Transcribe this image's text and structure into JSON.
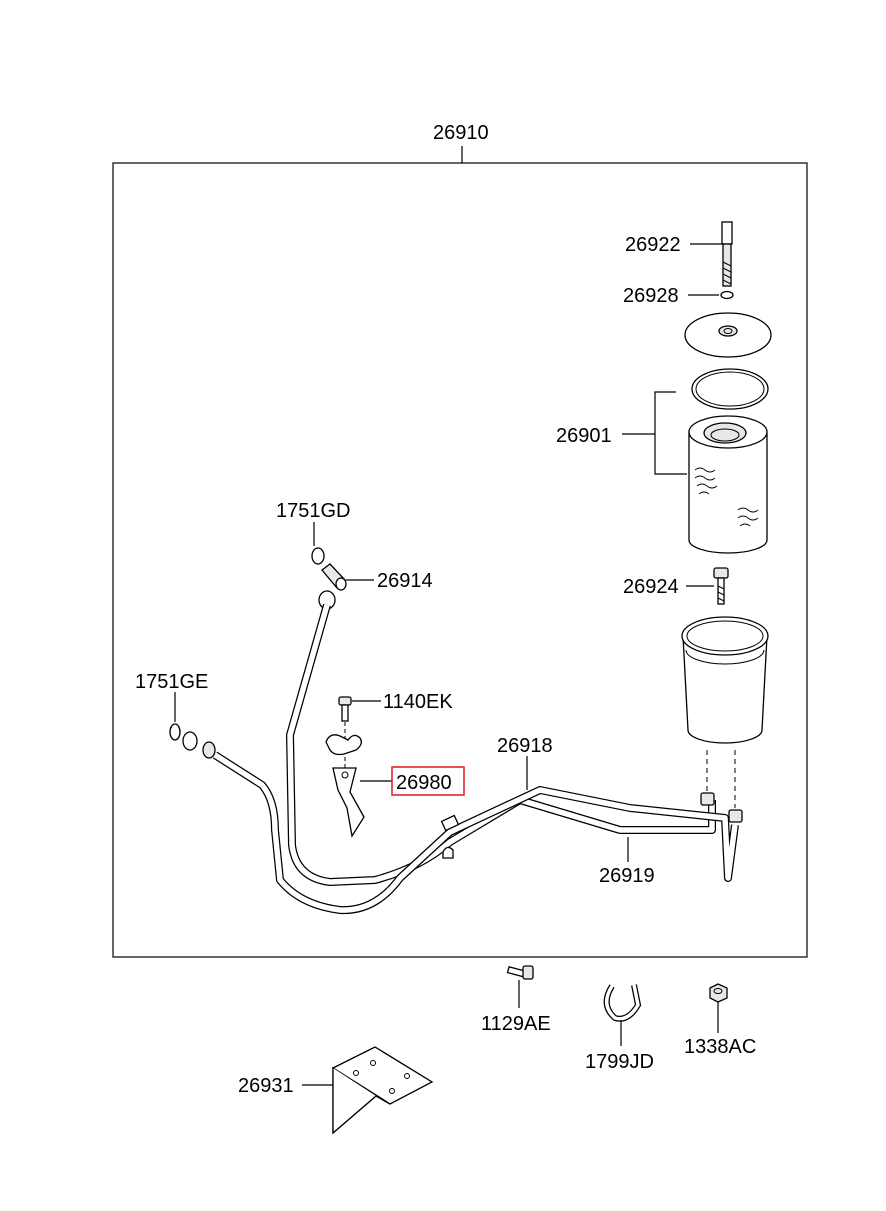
{
  "accent_color": "#e0262b",
  "labels": {
    "p26910": "26910",
    "p26922": "26922",
    "p26928": "26928",
    "p26901": "26901",
    "p26924": "26924",
    "p1751GD": "1751GD",
    "p26914": "26914",
    "p1751GE": "1751GE",
    "p1140EK": "1140EK",
    "p26918": "26918",
    "p26980": "26980",
    "p26919": "26919",
    "p1129AE": "1129AE",
    "p1799JD": "1799JD",
    "p1338AC": "1338AC",
    "p26931": "26931"
  },
  "highlighted_part": "26980"
}
